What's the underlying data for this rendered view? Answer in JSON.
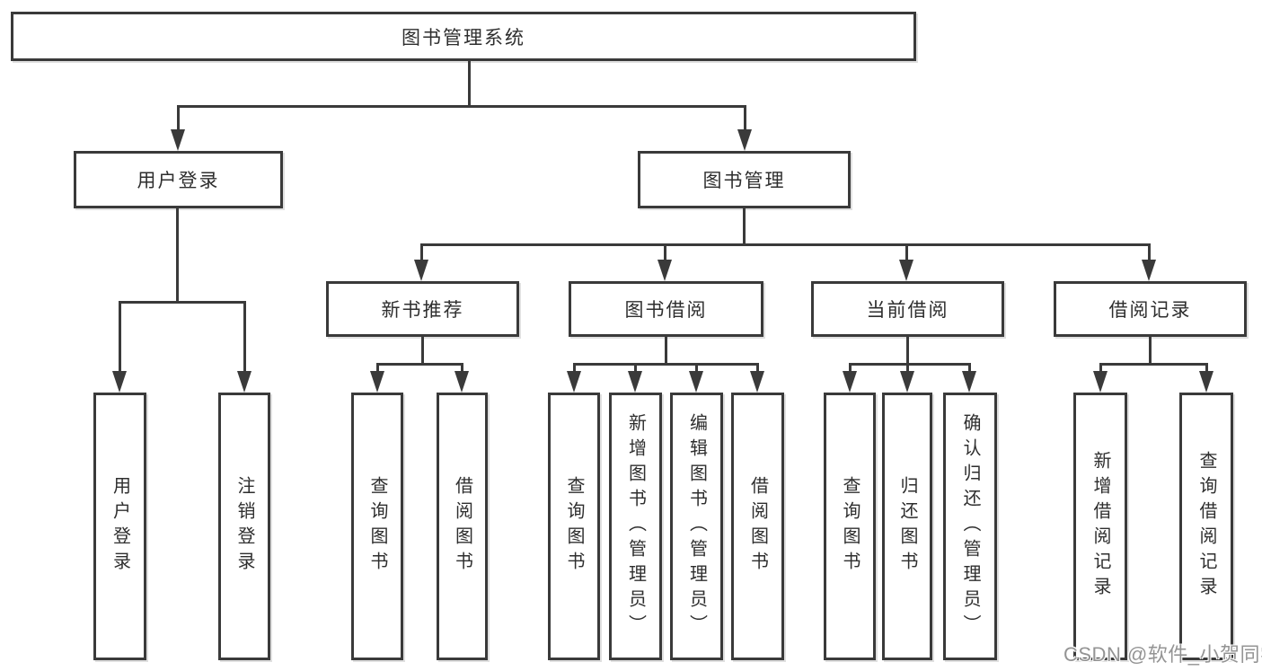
{
  "diagram_title": "图书管理系统",
  "tree": {
    "root": {
      "label": "图书管理系统",
      "children": [
        {
          "label": "用户登录",
          "children": [
            {
              "label": "用户登录"
            },
            {
              "label": "注销登录"
            }
          ]
        },
        {
          "label": "图书管理",
          "children": [
            {
              "label": "新书推荐",
              "children": [
                {
                  "label": "查询图书"
                },
                {
                  "label": "借阅图书"
                }
              ]
            },
            {
              "label": "图书借阅",
              "children": [
                {
                  "label": "查询图书"
                },
                {
                  "label": "新增图书（管理员）"
                },
                {
                  "label": "编辑图书（管理员）"
                },
                {
                  "label": "借阅图书"
                }
              ]
            },
            {
              "label": "当前借阅",
              "children": [
                {
                  "label": "查询图书"
                },
                {
                  "label": "归还图书"
                },
                {
                  "label": "确认归还（管理员）"
                }
              ]
            },
            {
              "label": "借阅记录",
              "children": [
                {
                  "label": "新增借阅记录"
                },
                {
                  "label": "查询借阅记录"
                }
              ]
            }
          ]
        }
      ]
    }
  },
  "watermark": {
    "text": "CSDN @软件_小贺同学"
  },
  "colors": {
    "line": "#3a3a3a",
    "text": "#2e2e2e",
    "background": "#ffffff",
    "watermark": "#949494"
  }
}
